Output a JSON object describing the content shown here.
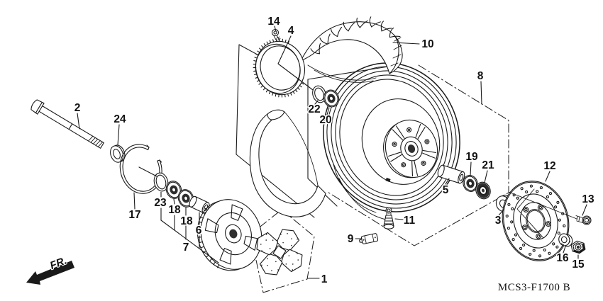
{
  "diagram": {
    "code": "MCS3-F1700 B",
    "direction_label": "FR.",
    "ink_color": "#1a1a1a",
    "paper_color": "#ffffff",
    "part_labels": [
      {
        "text": "1"
      },
      {
        "text": "2"
      },
      {
        "text": "3"
      },
      {
        "text": "4"
      },
      {
        "text": "5"
      },
      {
        "text": "6"
      },
      {
        "text": "7"
      },
      {
        "text": "8"
      },
      {
        "text": "9"
      },
      {
        "text": "10"
      },
      {
        "text": "11"
      },
      {
        "text": "12"
      },
      {
        "text": "13"
      },
      {
        "text": "14"
      },
      {
        "text": "15"
      },
      {
        "text": "16"
      },
      {
        "text": "17"
      },
      {
        "text": "18"
      },
      {
        "text": "18"
      },
      {
        "text": "19"
      },
      {
        "text": "20"
      },
      {
        "text": "21"
      },
      {
        "text": "22"
      },
      {
        "text": "23"
      },
      {
        "text": "24"
      }
    ]
  }
}
